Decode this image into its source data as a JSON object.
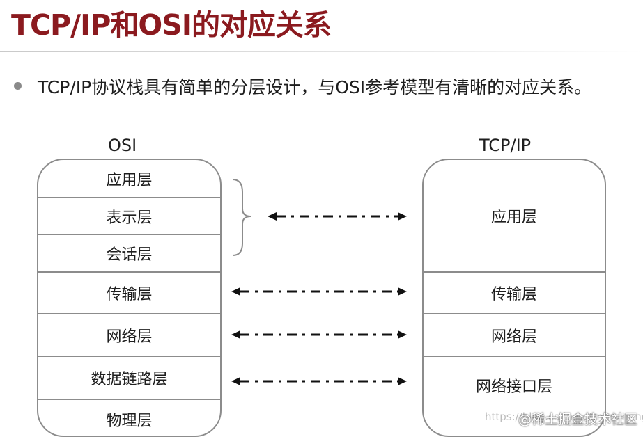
{
  "title": "TCP/IP和OSI的对应关系",
  "bullet": "TCP/IP协议栈具有简单的分层设计，与OSI参考模型有清晰的对应关系。",
  "osi": {
    "label": "OSI",
    "layers": [
      "应用层",
      "表示层",
      "会话层",
      "传输层",
      "网络层",
      "数据链路层",
      "物理层"
    ]
  },
  "tcpip": {
    "label": "TCP/IP",
    "layers": [
      "应用层",
      "传输层",
      "网络层",
      "网络接口层"
    ]
  },
  "watermark": {
    "url": "https://blog.csdn.net/nanzheng",
    "brand": "@稀土掘金技术社区"
  },
  "colors": {
    "title": "#8b1a1f",
    "border": "#8c8c8c",
    "arrow": "#111111"
  }
}
